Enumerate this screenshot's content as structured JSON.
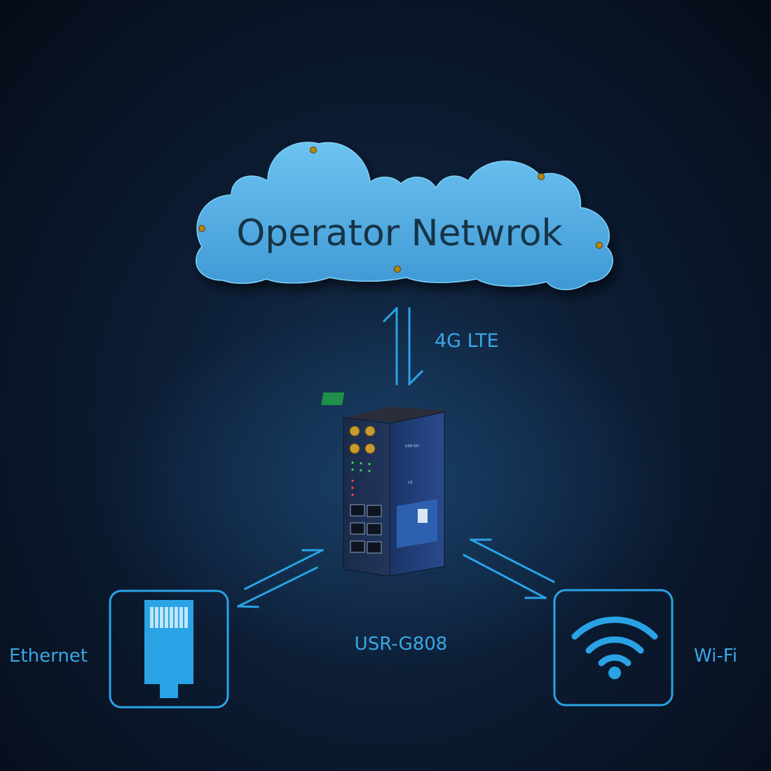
{
  "cloud": {
    "label": "Operator Netwrok"
  },
  "link_label": "4G LTE",
  "device": {
    "name": "USR-G808",
    "brand": "USR IOT",
    "mark": "CE"
  },
  "nodes": {
    "left": {
      "label": "Ethernet",
      "icon": "ethernet-plug-icon"
    },
    "right": {
      "label": "Wi-Fi",
      "icon": "wifi-icon"
    }
  },
  "colors": {
    "accent": "#2aa3e6",
    "cloud_fill": "#5db7ea",
    "cloud_text": "#163345",
    "background": "#0c1c33"
  }
}
